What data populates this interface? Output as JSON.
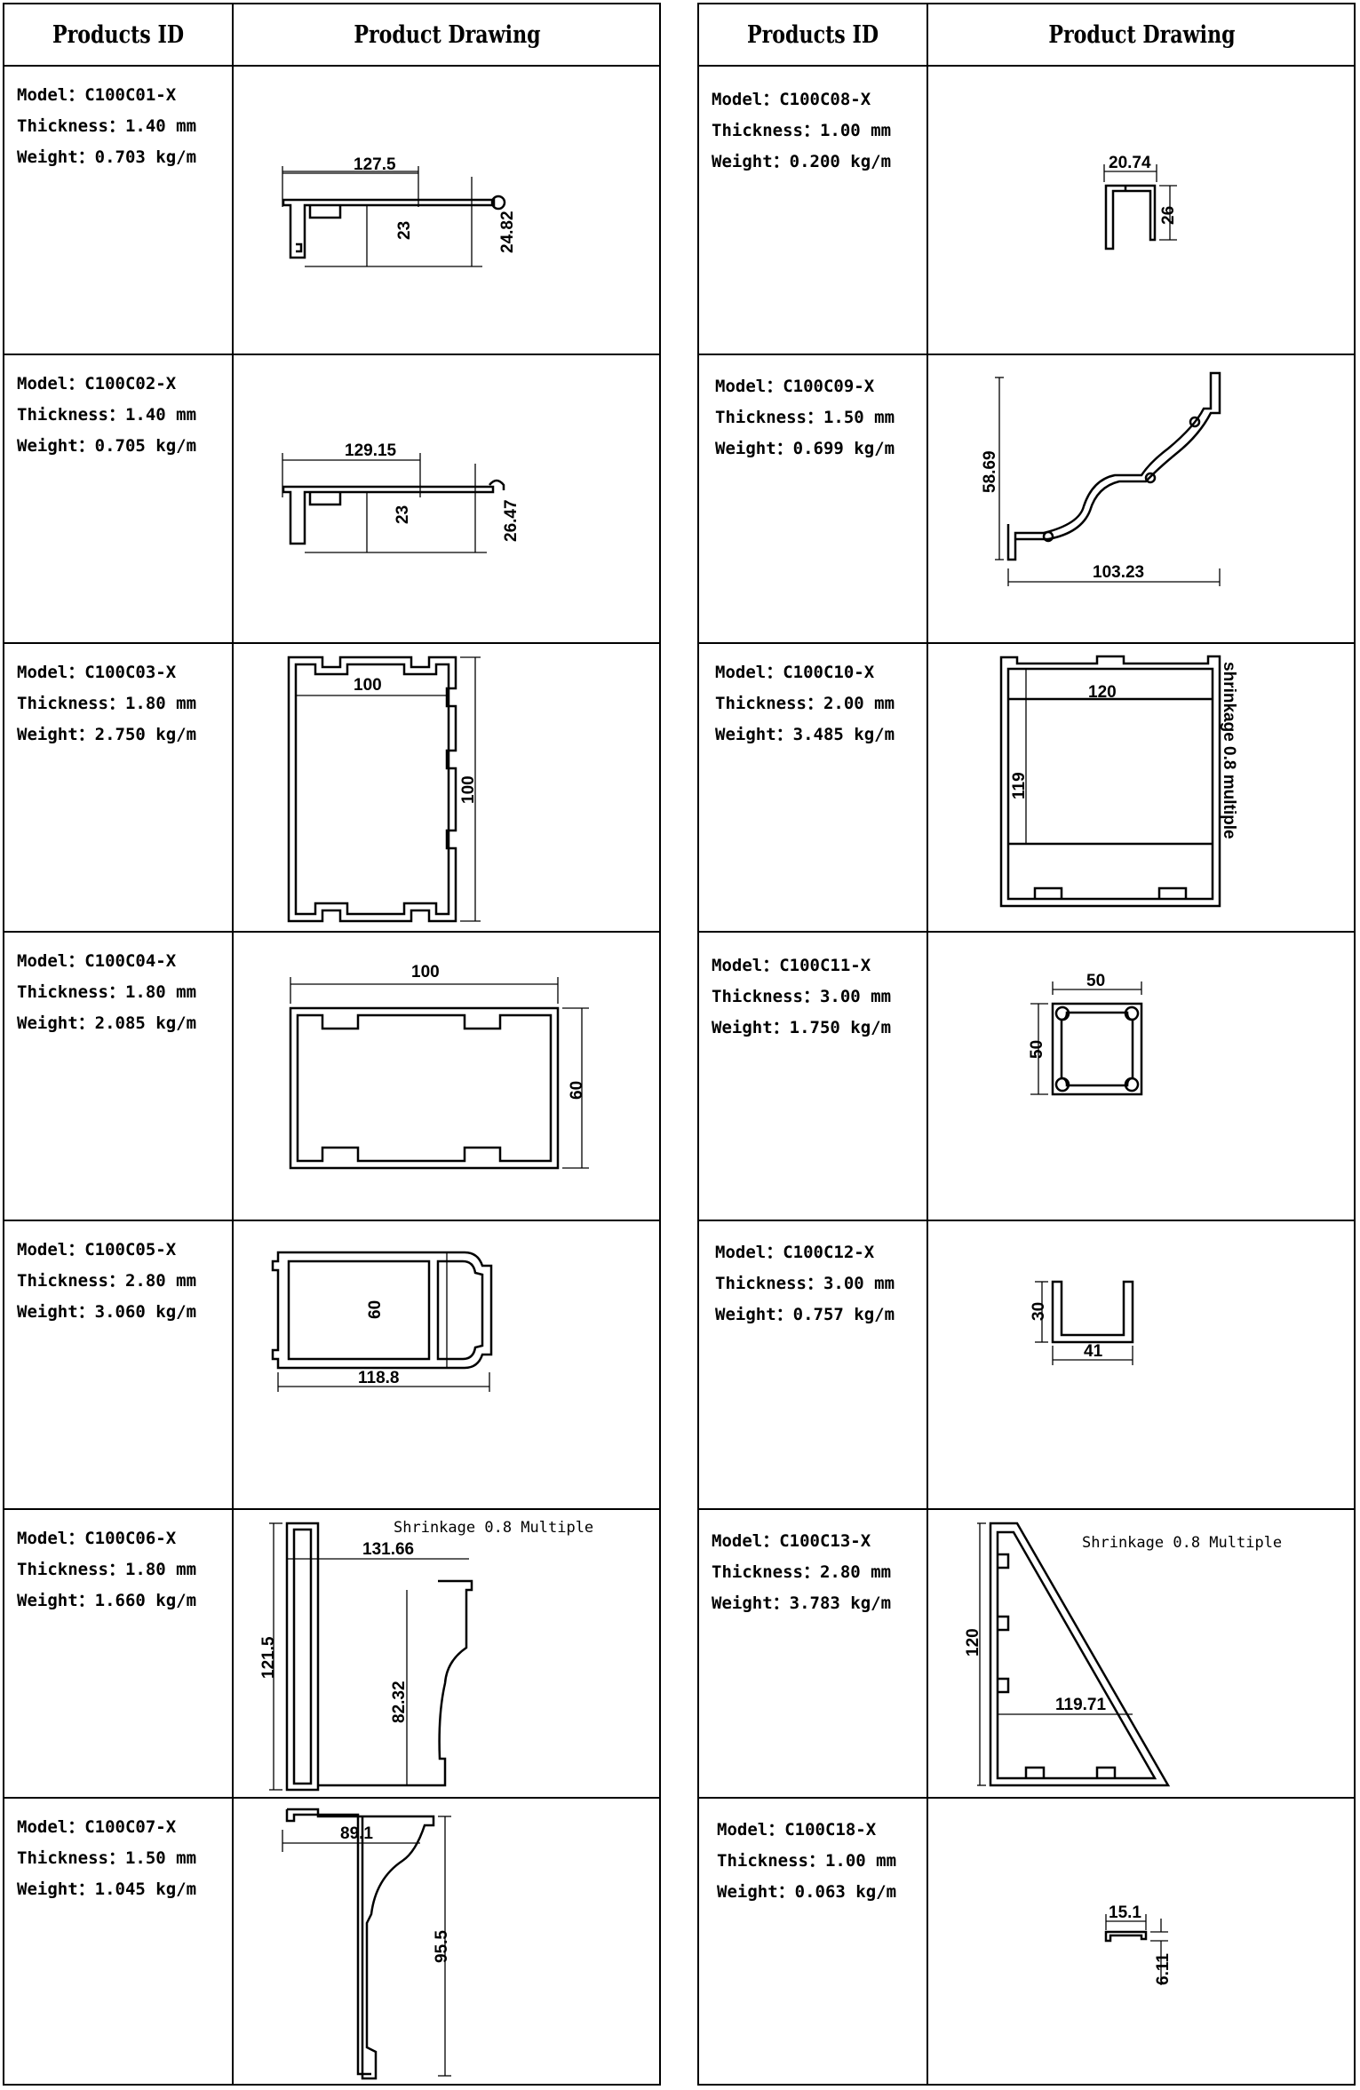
{
  "headers": {
    "products_id": "Products ID",
    "product_drawing": "Product Drawing"
  },
  "left": [
    {
      "model": "Model：C100C01-X",
      "thickness": "Thickness：1.40 mm",
      "weight": "Weight：0.703 kg/m",
      "dims": [
        "127.5",
        "23",
        "24.82"
      ]
    },
    {
      "model": "Model：C100C02-X",
      "thickness": "Thickness：1.40 mm",
      "weight": "Weight：0.705 kg/m",
      "dims": [
        "129.15",
        "23",
        "26.47"
      ]
    },
    {
      "model": "Model：C100C03-X",
      "thickness": "Thickness：1.80 mm",
      "weight": "Weight：2.750 kg/m",
      "dims": [
        "100",
        "100"
      ]
    },
    {
      "model": "Model：C100C04-X",
      "thickness": "Thickness：1.80 mm",
      "weight": "Weight：2.085 kg/m",
      "dims": [
        "100",
        "60"
      ]
    },
    {
      "model": "Model：C100C05-X",
      "thickness": "Thickness：2.80 mm",
      "weight": "Weight：3.060 kg/m",
      "dims": [
        "60",
        "118.8"
      ]
    },
    {
      "model": "Model：C100C06-X",
      "thickness": "Thickness：1.80 mm",
      "weight": "Weight：1.660 kg/m",
      "dims": [
        "131.66",
        "121.5",
        "82.32"
      ],
      "note": "Shrinkage 0.8 Multiple"
    },
    {
      "model": "Model：C100C07-X",
      "thickness": "Thickness：1.50 mm",
      "weight": "Weight：1.045 kg/m",
      "dims": [
        "89.1",
        "95.5"
      ]
    }
  ],
  "right": [
    {
      "model": "Model：C100C08-X",
      "thickness": "Thickness：1.00 mm",
      "weight": "Weight：0.200 kg/m",
      "dims": [
        "20.74",
        "26"
      ]
    },
    {
      "model": "Model：C100C09-X",
      "thickness": "Thickness：1.50 mm",
      "weight": "Weight：0.699 kg/m",
      "dims": [
        "58.69",
        "103.23"
      ]
    },
    {
      "model": "Model：C100C10-X",
      "thickness": "Thickness：2.00 mm",
      "weight": "Weight：3.485 kg/m",
      "dims": [
        "120",
        "119"
      ],
      "note": "shrinkage 0.8 multiple"
    },
    {
      "model": "Model：C100C11-X",
      "thickness": "Thickness：3.00 mm",
      "weight": "Weight：1.750 kg/m",
      "dims": [
        "50",
        "50"
      ]
    },
    {
      "model": "Model：C100C12-X",
      "thickness": "Thickness：3.00 mm",
      "weight": "Weight：0.757 kg/m",
      "dims": [
        "30",
        "41"
      ]
    },
    {
      "model": "Model：C100C13-X",
      "thickness": "Thickness：2.80 mm",
      "weight": "Weight：3.783 kg/m",
      "dims": [
        "120",
        "119.71"
      ],
      "note": "Shrinkage 0.8 Multiple"
    },
    {
      "model": "Model：C100C18-X",
      "thickness": "Thickness：1.00 mm",
      "weight": "Weight：0.063 kg/m",
      "dims": [
        "15.1",
        "6.11"
      ]
    }
  ]
}
